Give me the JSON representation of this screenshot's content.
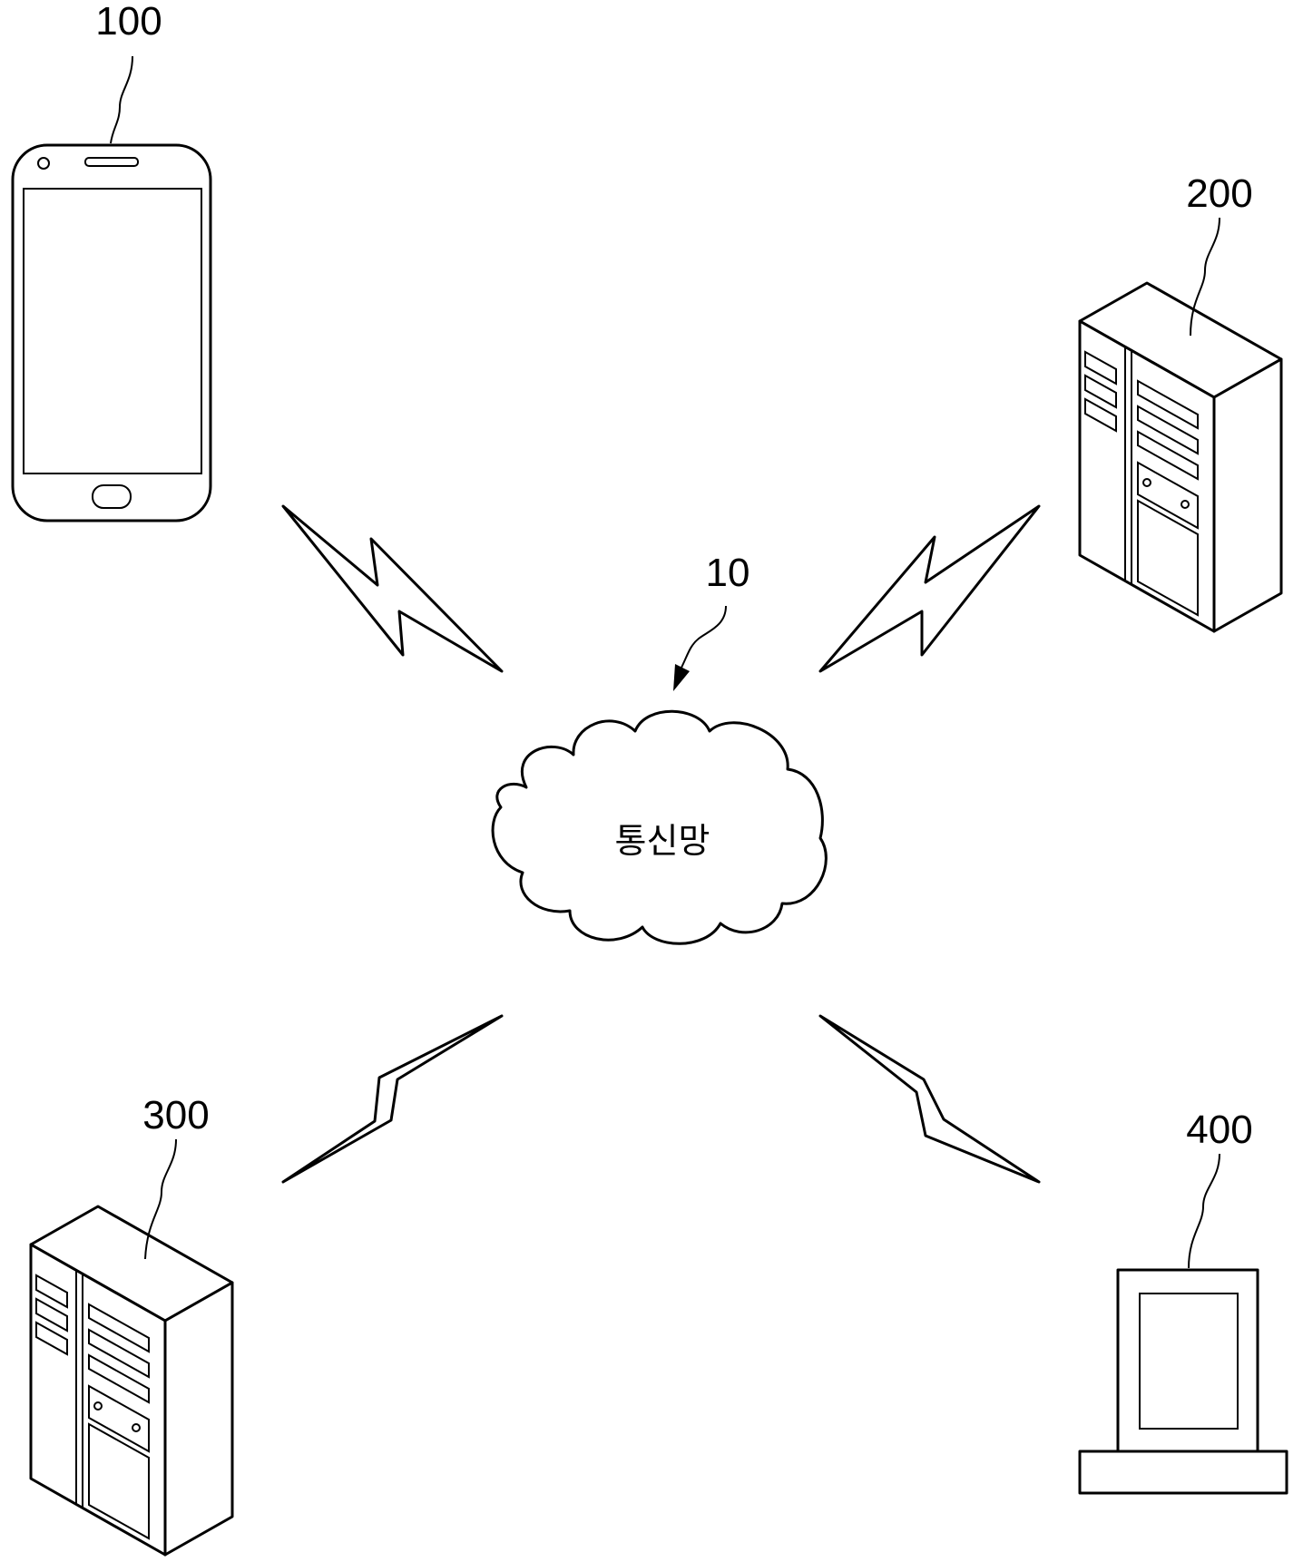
{
  "nodes": {
    "network": {
      "ref": "10",
      "text": "통신망"
    },
    "smartphone": {
      "ref": "100"
    },
    "server_a": {
      "ref": "200"
    },
    "server_b": {
      "ref": "300"
    },
    "terminal": {
      "ref": "400"
    }
  },
  "links": [
    {
      "from": "smartphone",
      "to": "network",
      "type": "wireless"
    },
    {
      "from": "server_a",
      "to": "network",
      "type": "wireless"
    },
    {
      "from": "server_b",
      "to": "network",
      "type": "wireless"
    },
    {
      "from": "terminal",
      "to": "network",
      "type": "wireless"
    }
  ]
}
